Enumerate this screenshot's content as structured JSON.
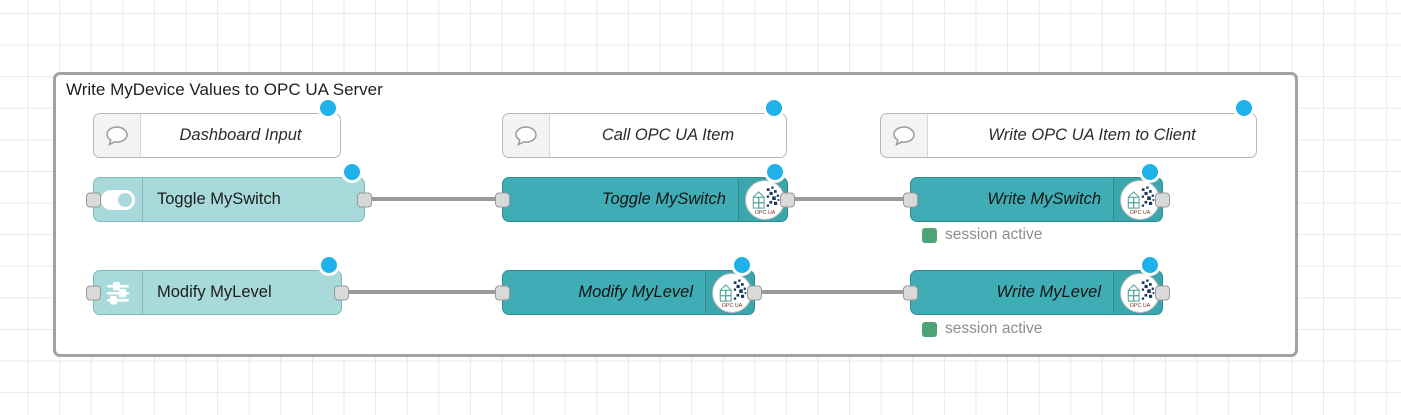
{
  "group": {
    "title": "Write MyDevice Values to OPC UA Server"
  },
  "comments": {
    "dashboard_input": "Dashboard Input",
    "call_opcua_item": "Call OPC UA Item",
    "write_opcua_item": "Write OPC UA Item to Client"
  },
  "nodes": {
    "ui_toggle": "Toggle MySwitch",
    "ui_slider": "Modify MyLevel",
    "opc_toggle": "Toggle MySwitch",
    "opc_modify": "Modify MyLevel",
    "opc_write_switch": "Write MySwitch",
    "opc_write_level": "Write MyLevel"
  },
  "status": {
    "write_switch": "session active",
    "write_level": "session active"
  },
  "badges": {
    "opcua_text": "OPC UA"
  },
  "colors": {
    "ui_node": "#a8dadb",
    "opc_node": "#3fadb5",
    "changed_dot": "#1fb1ea",
    "status_green": "#4da376",
    "wire": "#9a9a9a",
    "grid": "#e9e9e9"
  }
}
